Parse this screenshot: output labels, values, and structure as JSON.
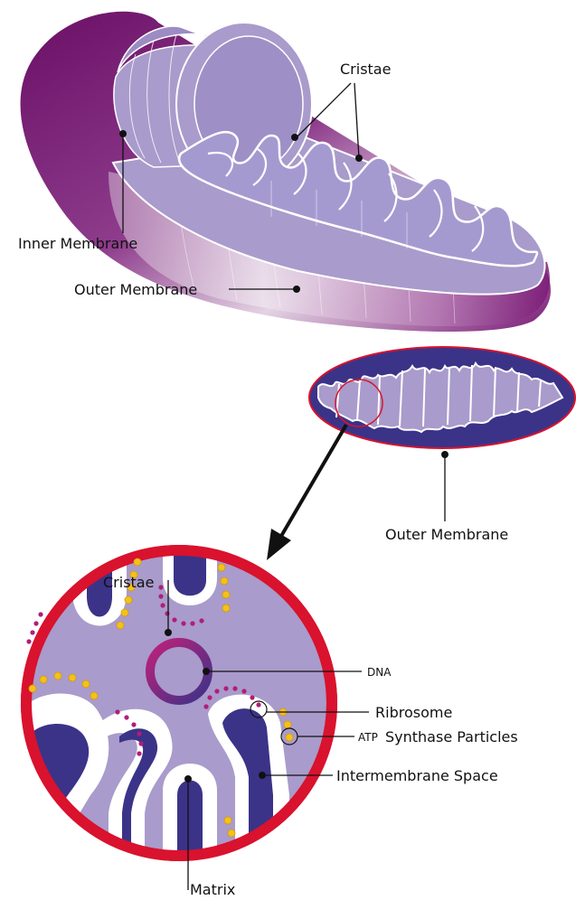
{
  "top_labels": {
    "cristae": "Cristae",
    "inner_membrane": "Inner Membrane",
    "outer_membrane": "Outer Membrane"
  },
  "bottom_labels": {
    "cristae": "Cristae",
    "outer_membrane": "Outer Membrane",
    "dna": "DNA",
    "ribosome": "Ribrosome",
    "atp_prefix": "ATP",
    "atp_rest": "Synthase Particles",
    "intermembrane_space": "Intermembrane Space",
    "matrix": "Matrix"
  },
  "colors": {
    "outer_purple_dark": "#6a0f66",
    "outer_purple_light": "#dcc6dc",
    "inner_lavender": "#a99bcb",
    "inner_lavender_dark": "#8d7cb8",
    "navy": "#3b3388",
    "red_ring": "#d9122e",
    "magenta_dots": "#b01e78",
    "atp_yellow": "#f2c21b",
    "dna_ring_start": "#c0207a",
    "dna_ring_end": "#3b3388"
  }
}
